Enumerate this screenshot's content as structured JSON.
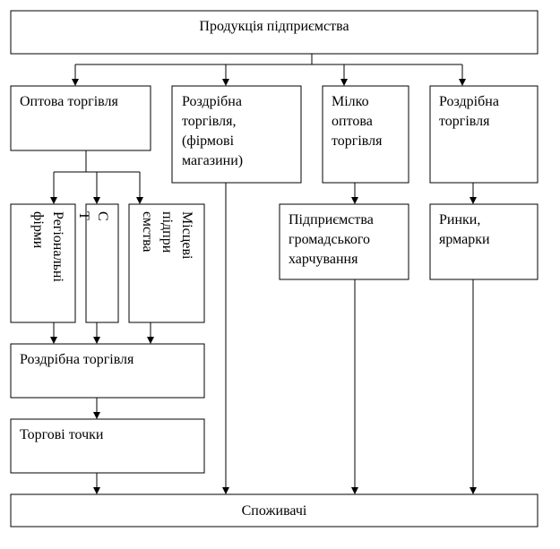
{
  "nodes": {
    "production": "Продукція підприємства",
    "wholesale": "Оптова торгівля",
    "retail_branded": [
      "Роздрібна",
      "торгівля,",
      "(фірмові",
      "магазини)"
    ],
    "small_wholesale": [
      "Мілко",
      "оптова",
      "торгівля"
    ],
    "retail_right": [
      "Роздрібна",
      "торгівля"
    ],
    "regional_firms": [
      "Регіональні",
      "фірми"
    ],
    "st": [
      "С",
      "Т"
    ],
    "local_enterprises": [
      "Місцеві",
      "підпри",
      "ємства"
    ],
    "catering": [
      "Підприємства",
      "громадського",
      "харчування"
    ],
    "markets": [
      "Ринки,",
      "ярмарки"
    ],
    "retail_trade": "Роздрібна торгівля",
    "trade_points": "Торгові точки",
    "consumers": "Споживачі"
  }
}
